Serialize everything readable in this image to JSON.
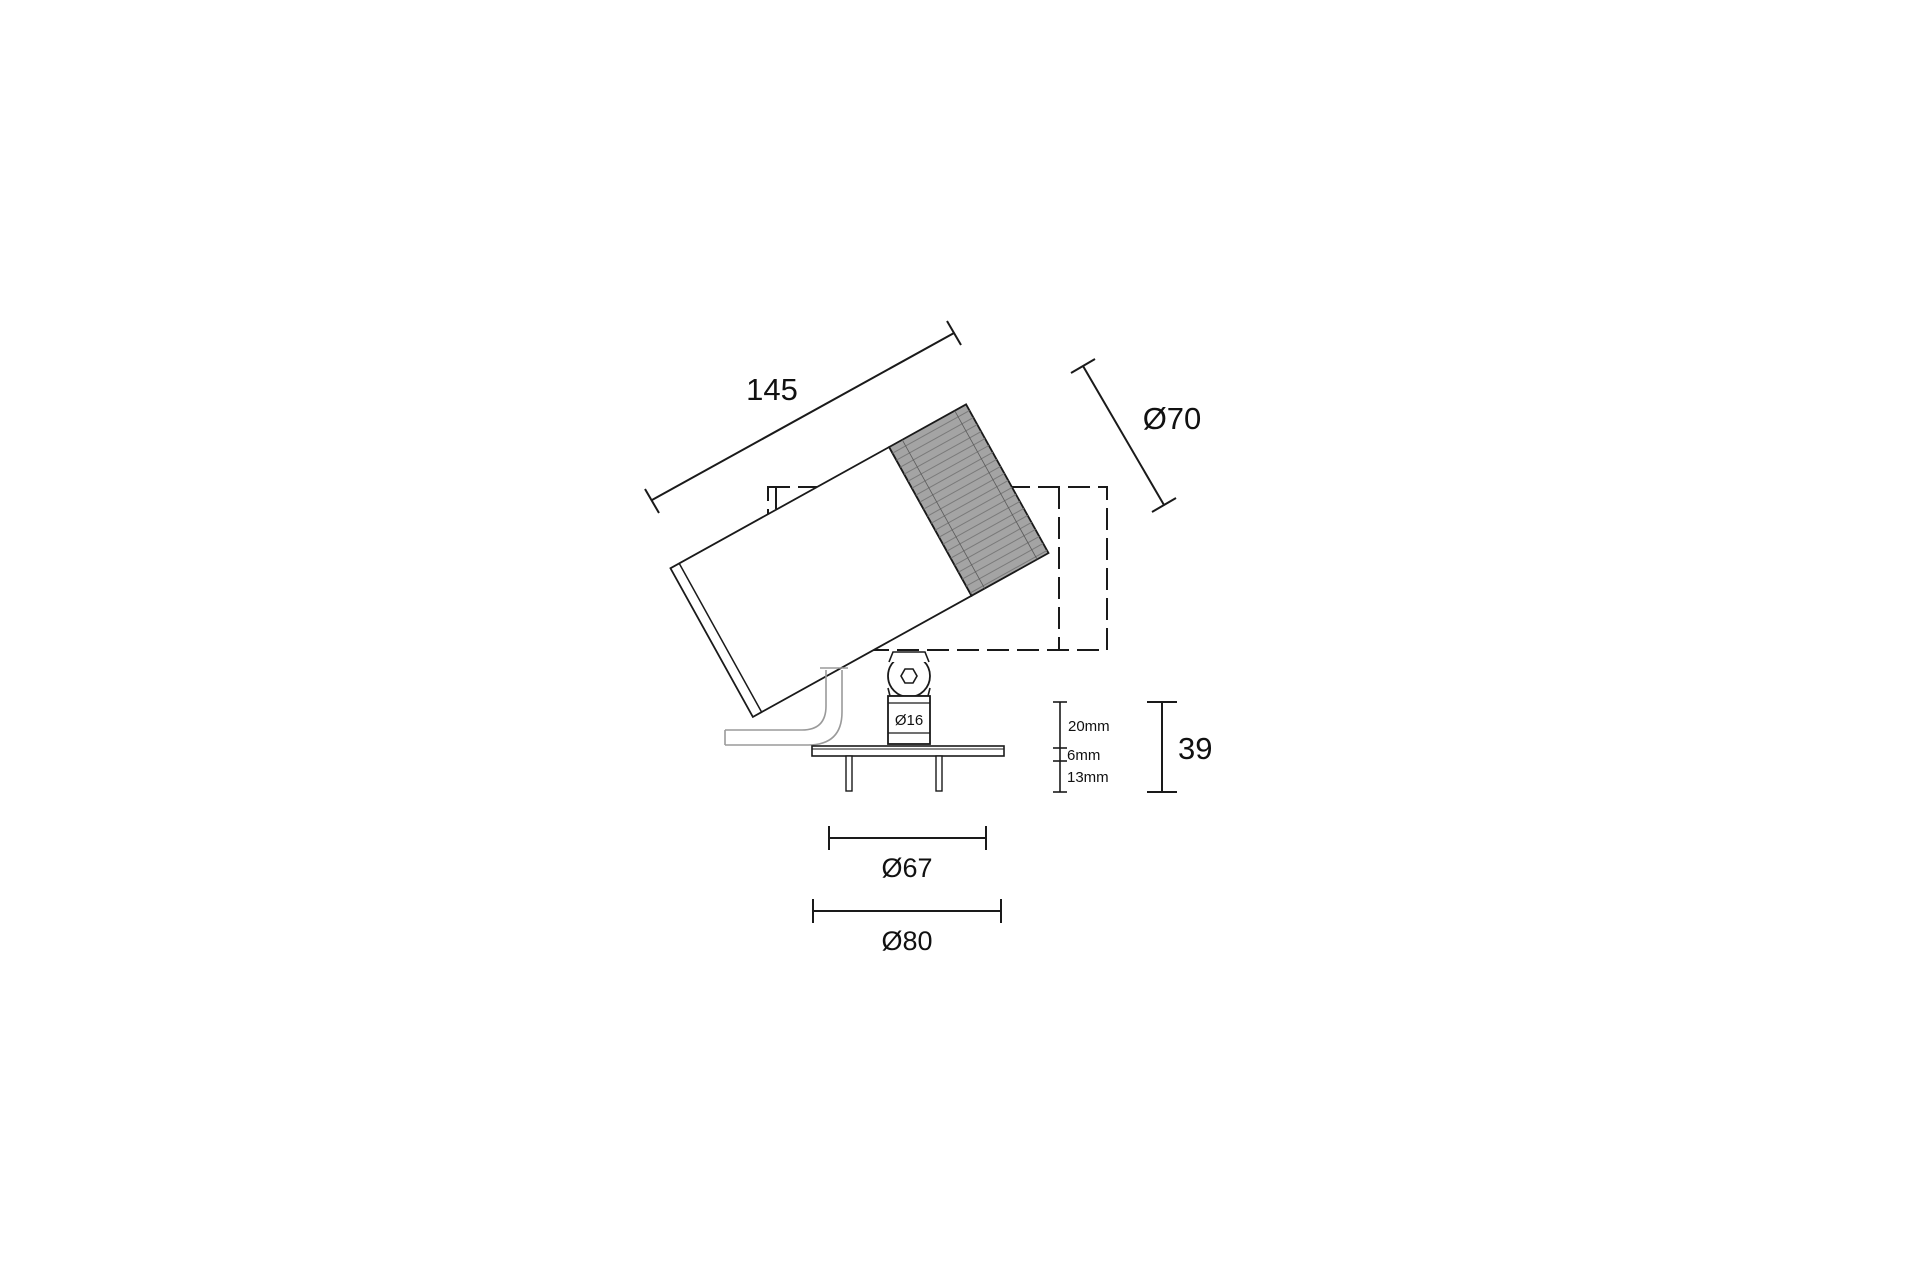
{
  "drawing": {
    "dimensions": {
      "length": "145",
      "head_diameter": "Ø70",
      "stem_diameter": "Ø16",
      "total_height": "39",
      "segment_top": "20mm",
      "segment_mid": "6mm",
      "segment_bottom": "13mm",
      "flange_inner_diameter": "Ø67",
      "flange_outer_diameter": "Ø80"
    },
    "colors": {
      "line": "#1a1a1a",
      "lens_ring": "#9a9a9a",
      "faint_line": "#9a9a9a"
    }
  }
}
